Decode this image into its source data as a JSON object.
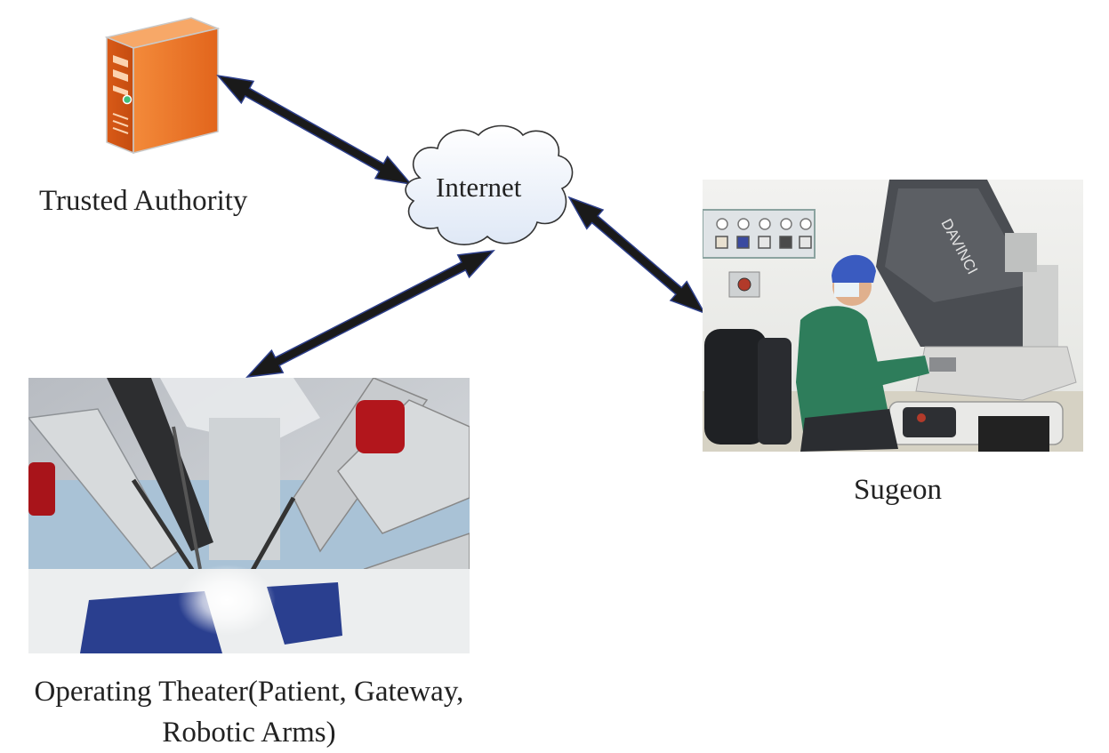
{
  "diagram": {
    "nodes": {
      "trusted_authority": {
        "label": "Trusted Authority",
        "icon": "server-icon"
      },
      "internet": {
        "label": "Internet",
        "icon": "cloud-icon"
      },
      "surgeon": {
        "label": "Sugeon",
        "icon": "surgeon-console-photo"
      },
      "operating_theater": {
        "label_line1": "Operating Theater(Patient, Gateway,",
        "label_line2": "Robotic  Arms)",
        "icon": "robotic-arms-photo"
      }
    },
    "edges": [
      {
        "from": "trusted_authority",
        "to": "internet",
        "style": "bidirectional"
      },
      {
        "from": "internet",
        "to": "surgeon",
        "style": "bidirectional"
      },
      {
        "from": "internet",
        "to": "operating_theater",
        "style": "bidirectional"
      }
    ],
    "console_brand": "DAVINCI"
  },
  "colors": {
    "server_orange": "#f07a2a",
    "arrow_fill": "#1a1a1a",
    "arrow_outline": "#2c3e8a",
    "cloud_fill": "#eef3fb",
    "surgeon_scrubs": "#2e7d5b",
    "drape_blue": "#2a3f8f"
  }
}
